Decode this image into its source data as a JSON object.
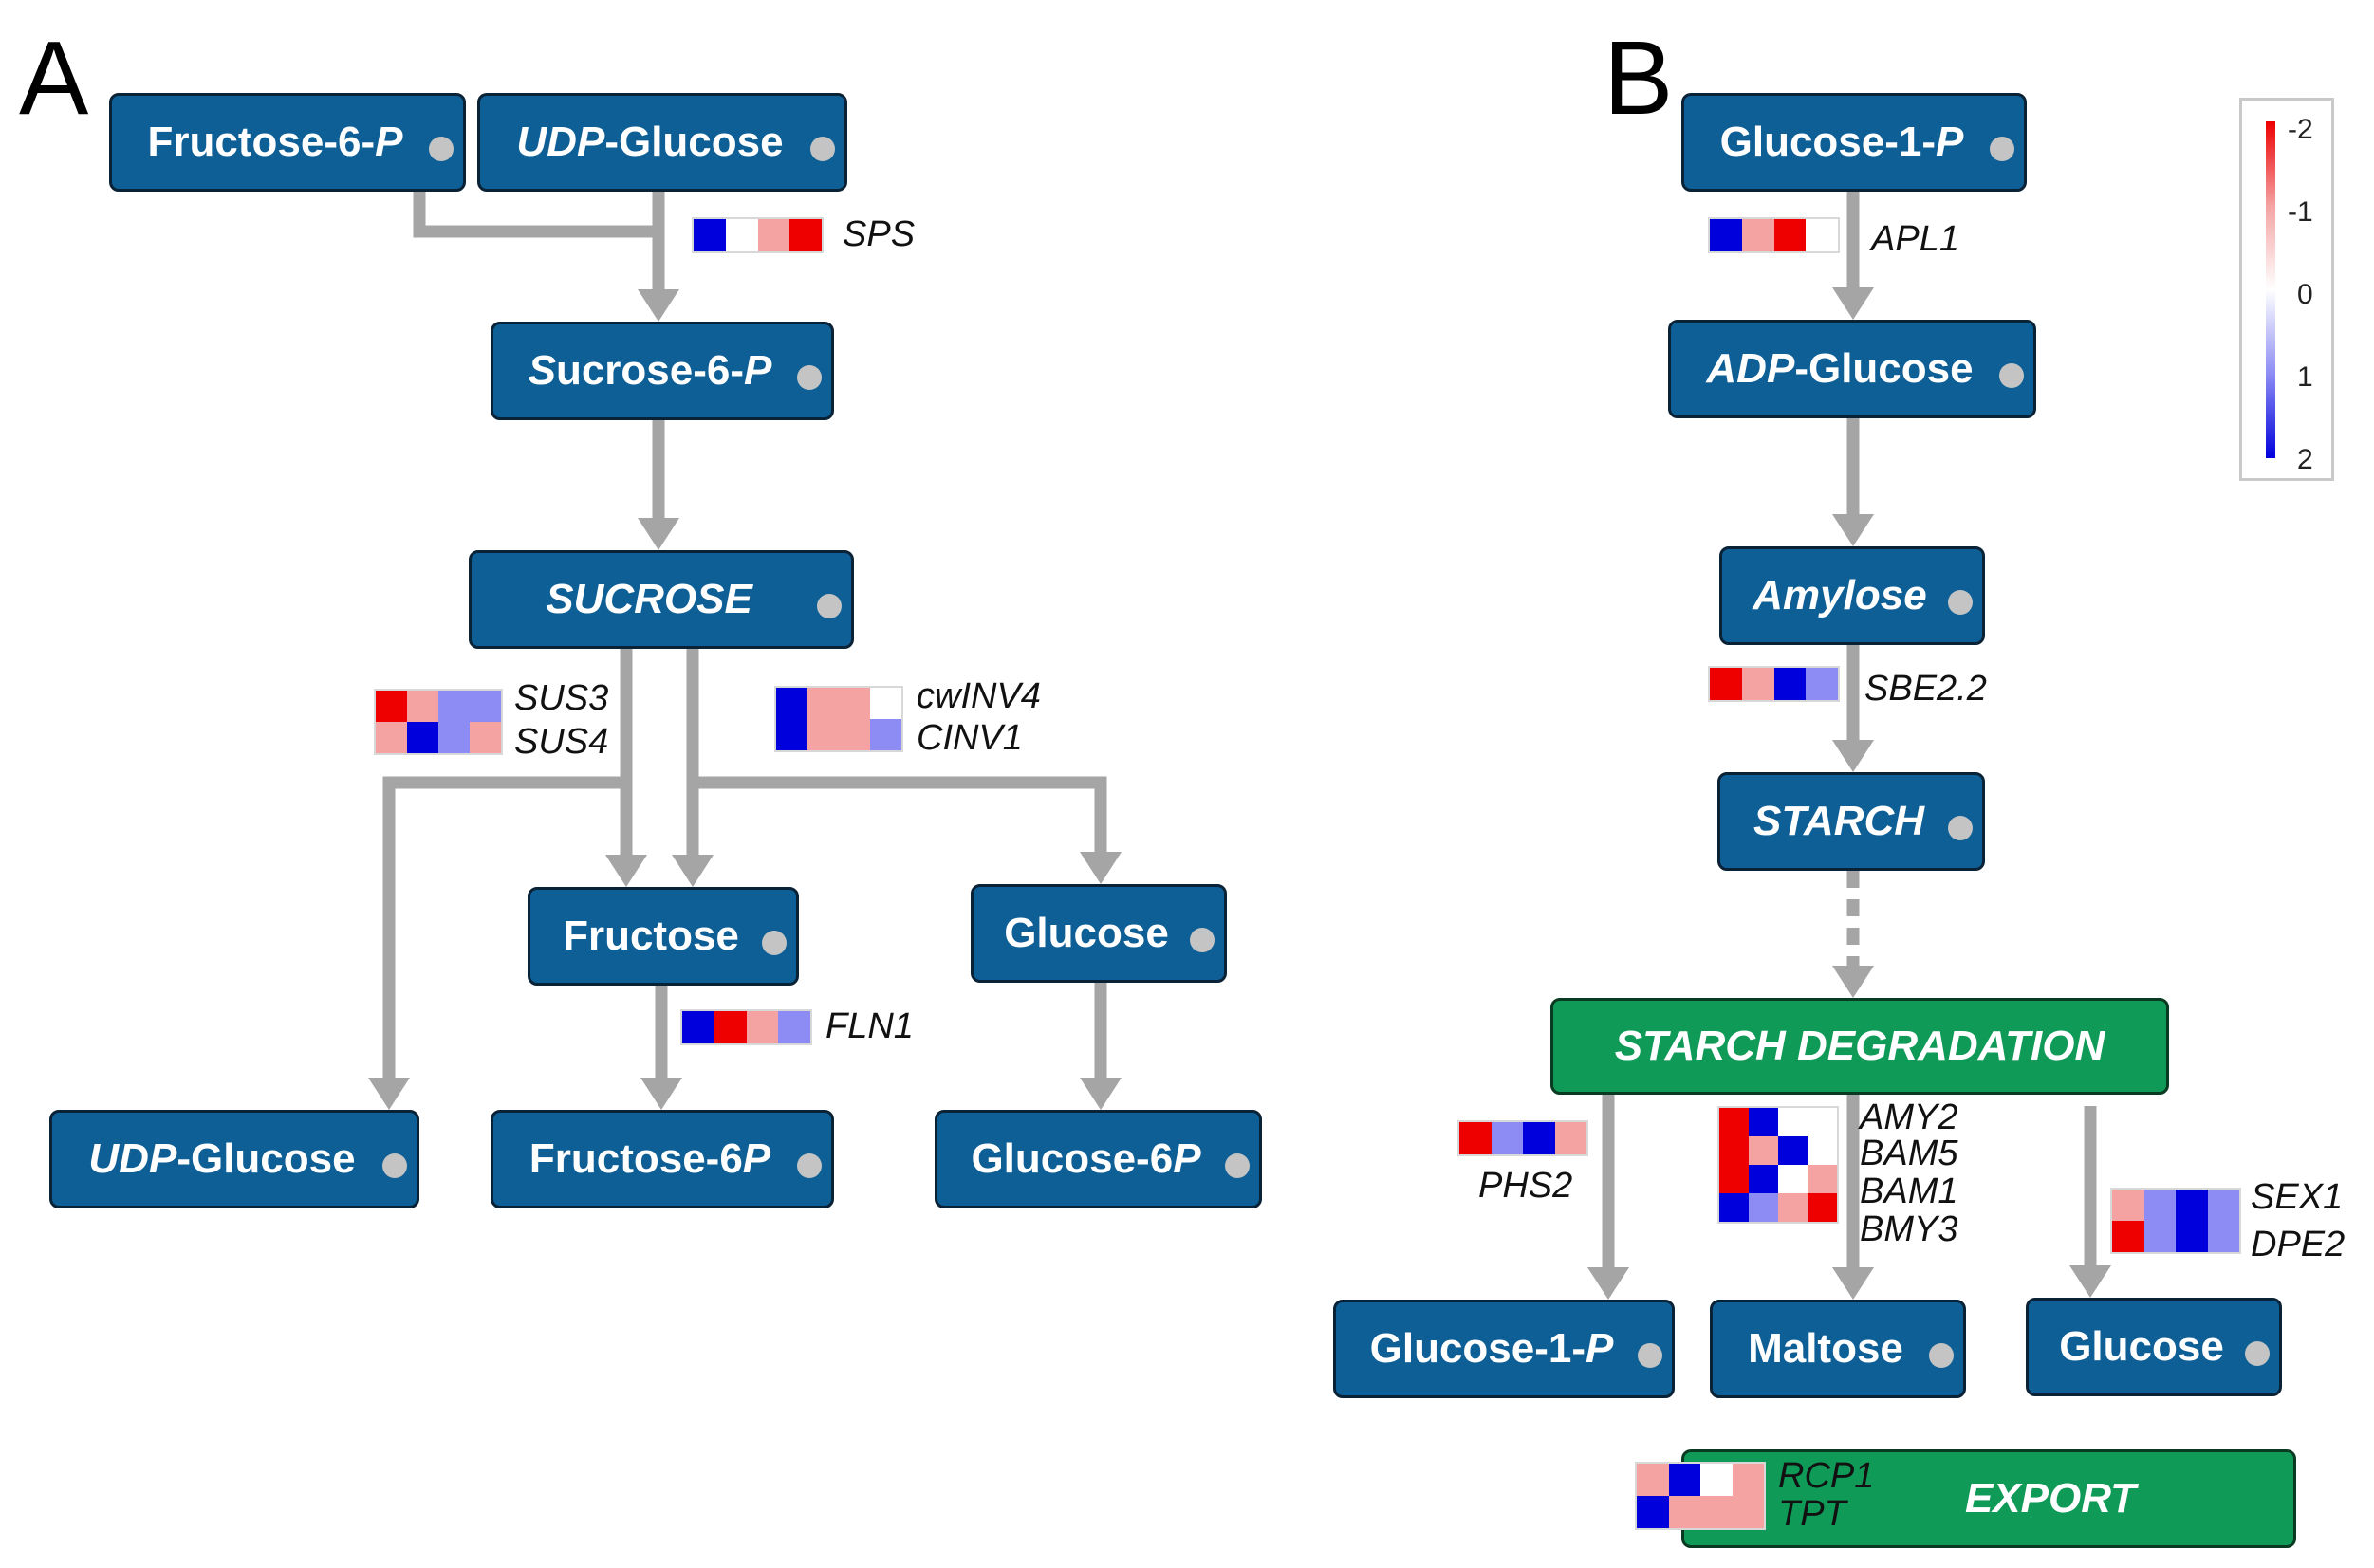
{
  "panels": {
    "a_label": "A",
    "b_label": "B"
  },
  "colors": {
    "node_blue": "#0e5f96",
    "node_green": "#0f9a58",
    "arrow_gray": "#a5a5a5",
    "dot_gray": "#c4c4c4",
    "heat_scale": {
      "-2": "#ee0000",
      "-1": "#f4a2a2",
      "0": "#ffffff",
      "1": "#8c8cf4",
      "2": "#0000dd"
    }
  },
  "panel_a": {
    "nodes": {
      "fructose6p_top": "Fructose-6-<i>P</i>",
      "udp_glucose_top": "<i>UDP</i>-Glucose",
      "sucrose6p": "<i>S</i>ucrose-6-<i>P</i>",
      "sucrose": "<i>SUCROSE</i>",
      "fructose": "Fructose",
      "glucose": "Glucose",
      "udp_glucose_bottom": "<i>UDP</i>-Glucose",
      "fructose6p_bottom": "Fructose-6<i>P</i>",
      "glucose6p": "Glucose-6<i>P</i>"
    },
    "genes": {
      "sps": "SPS",
      "sus3": "SUS3",
      "sus4": "SUS4",
      "cwinv4": "cwINV4",
      "cinv1": "CINV1",
      "fln1": "FLN1"
    },
    "heatmaps": {
      "sps": [
        [
          2,
          0,
          -1,
          -2
        ]
      ],
      "sus": [
        [
          -2,
          -1,
          1,
          1
        ],
        [
          -1,
          2,
          1,
          -1
        ]
      ],
      "inv": [
        [
          2,
          -1,
          -1,
          0
        ],
        [
          2,
          -1,
          -1,
          1
        ]
      ],
      "fln1": [
        [
          2,
          -2,
          -1,
          1
        ]
      ]
    }
  },
  "panel_b": {
    "nodes": {
      "glucose1p_top": "Glucose-1-<i>P</i>",
      "adp_glucose": "<i>ADP</i>-Glucose",
      "amylose": "<i>Amylose</i>",
      "starch": "<i>STARCH</i>",
      "starch_degradation": "STARCH DEGRADATION",
      "glucose1p_bottom": "Glucose-1-<i>P</i>",
      "maltose": "Maltose",
      "glucose": "Glucose",
      "export": "EXPORT"
    },
    "genes": {
      "apl1": "APL1",
      "sbe22": "SBE2.2",
      "phs2": "PHS2",
      "amy2": "AMY2",
      "bam5": "BAM5",
      "bam1": "BAM1",
      "bmy3": "BMY3",
      "sex1": "SEX1",
      "dpe2": "DPE2",
      "rcp1": "RCP1",
      "tpt": "TPT"
    },
    "heatmaps": {
      "apl1": [
        [
          2,
          -1,
          -2,
          0
        ]
      ],
      "sbe22": [
        [
          -2,
          -1,
          2,
          1
        ]
      ],
      "phs2": [
        [
          -2,
          1,
          2,
          -1
        ]
      ],
      "bam": [
        [
          -2,
          2,
          0,
          0
        ],
        [
          -2,
          -1,
          2,
          0
        ],
        [
          -2,
          2,
          0,
          -1
        ],
        [
          2,
          1,
          -1,
          -2
        ]
      ],
      "sex_dpe": [
        [
          -1,
          1,
          2,
          1
        ],
        [
          -2,
          1,
          2,
          1
        ]
      ],
      "export": [
        [
          -1,
          2,
          0,
          -1
        ],
        [
          2,
          -1,
          -1,
          -1
        ]
      ]
    }
  },
  "legend": {
    "ticks": [
      "-2",
      "-1",
      "0",
      "1",
      "2"
    ]
  }
}
